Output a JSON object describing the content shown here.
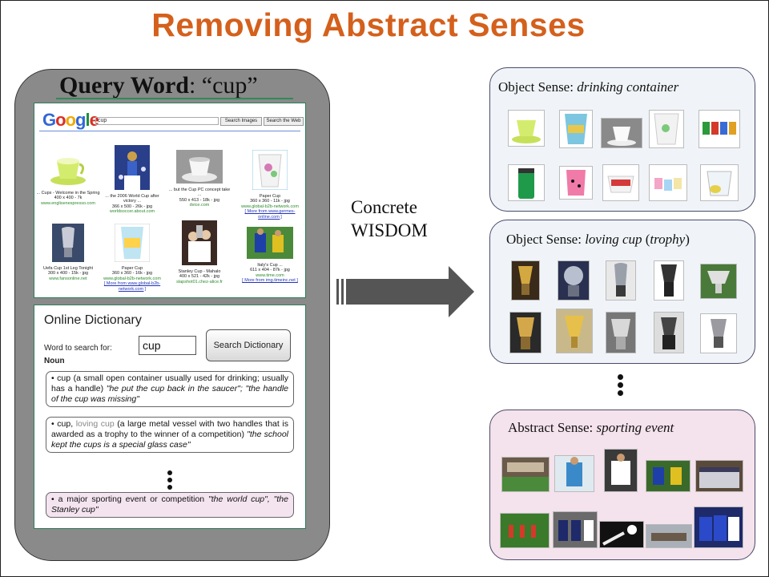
{
  "title": "Removing Abstract Senses",
  "query": {
    "label": "Query Word",
    "sep": ": ",
    "word": "“cup”"
  },
  "google": {
    "logo": "Google",
    "search_value": "cup",
    "btn_images": "Search Images",
    "btn_web": "Search the Web",
    "results": [
      {
        "caption": "... Cups - Welcome in the Spring",
        "meta": "400 x 400 - 7k",
        "source": "www.englisenespresso.com"
      },
      {
        "caption": "... the 2006 World Cup after victory ...",
        "meta": "366 x 500 - 26k - jpg",
        "source": "worldsoccer.about.com"
      },
      {
        "caption": "... but the Cup PC concept take ...",
        "meta": "550 x 413 - 18k - jpg",
        "source": "dvice.com"
      },
      {
        "caption": "Paper Cup",
        "meta": "360 x 360 - 11k - jpg",
        "source": "www.global-b2b-network.com",
        "more": "[ More from www.germes-online.com ]"
      },
      {
        "caption": "Uefa Cup 1st Leg Tonight",
        "meta": "300 x 400 - 15k - jpg",
        "source": "www.fansonline.net"
      },
      {
        "caption": "Paper Cup",
        "meta": "360 x 360 - 16k - jpg",
        "source": "www.global-b2b-network.com",
        "more": "[ More from www.global-b2b-network.com ]"
      },
      {
        "caption": "Stanley Cup - Mahalo",
        "meta": "400 x 521 - 42k - jpg",
        "source": "slapshot01.chez-alice.fr"
      },
      {
        "caption": "Italy's Cup ...",
        "meta": "611 x 404 - 87k - jpg",
        "source": "www.time.com",
        "more": "[ More from img.timeinc.net ]"
      }
    ]
  },
  "dictionary": {
    "title": "Online Dictionary",
    "word_label": "Word to search for:",
    "word_value": "cup",
    "search_button": "Search Dictionary",
    "pos": "Noun",
    "sense1": {
      "bullet": "•",
      "text": " cup (a small open container usually used for drinking; usually has a handle) ",
      "example": "\"he put the cup back in the saucer\"; \"the handle of the cup was missing\""
    },
    "sense2": {
      "bullet": "•",
      "text1": " cup, ",
      "grey": "loving cup",
      "text2": " (a large metal vessel with two handles that is awarded as a trophy to the winner of a competition) ",
      "example": "\"the school kept the cups is a special glass case\""
    },
    "sense3": {
      "bullet": "•",
      "text": " a major sporting event or competition ",
      "example": "\"the world cup\", \"the Stanley cup\""
    }
  },
  "middle": {
    "line1": "Concrete",
    "line2": "WISDOM"
  },
  "panels": {
    "p1": {
      "prefix": "Object Sense: ",
      "sense": "drinking container"
    },
    "p2": {
      "prefix": "Object Sense: ",
      "sense": "loving cup",
      "rest_open": " (",
      "rest": "trophy",
      "rest_close": ")"
    },
    "p3": {
      "prefix": "Abstract Sense:  ",
      "sense": "sporting event"
    }
  },
  "colors": {
    "title": "#d4601c",
    "panel_gray": "#8a8a8a",
    "object_panel_bg": "#f0f4f8",
    "abstract_panel_bg": "#f4e2ec",
    "arrow": "#555555"
  }
}
